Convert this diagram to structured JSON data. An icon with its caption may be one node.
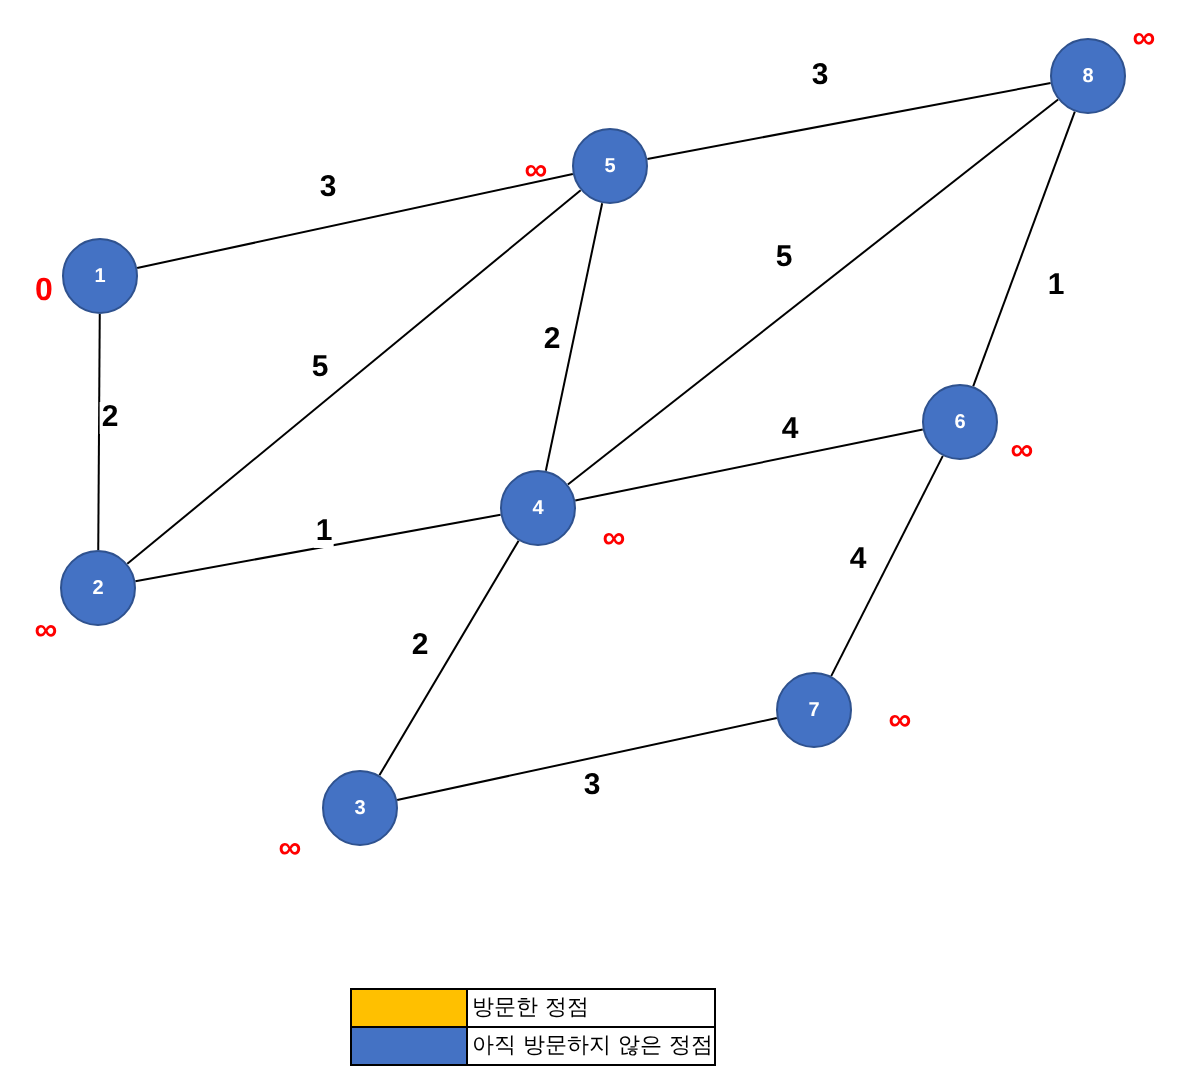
{
  "diagram": {
    "nodes": [
      {
        "text": [
          "1"
        ],
        "beside": [
          "0"
        ]
      },
      {
        "text": [
          "2"
        ],
        "beside": [
          "∞"
        ]
      },
      {
        "text": [
          "3"
        ],
        "beside": [
          "∞"
        ]
      },
      {
        "text": [
          "4"
        ],
        "beside": [
          "∞"
        ]
      },
      {
        "text": [
          "5"
        ],
        "beside": [
          "∞"
        ]
      },
      {
        "text": [
          "6"
        ],
        "beside": [
          "∞"
        ]
      },
      {
        "text": [
          "7"
        ],
        "beside": [
          "∞"
        ]
      },
      {
        "text": [
          "8"
        ],
        "beside": [
          "∞"
        ]
      }
    ],
    "edges": [
      {
        "from": 0,
        "to": 4,
        "arrow": "none",
        "label": "3"
      },
      {
        "from": 0,
        "to": 1,
        "arrow": "none",
        "label": "2"
      },
      {
        "from": 1,
        "to": 4,
        "arrow": "none",
        "label": "5"
      },
      {
        "from": 1,
        "to": 3,
        "arrow": "none",
        "label": "1"
      },
      {
        "from": 4,
        "to": 3,
        "arrow": "none",
        "label": "2"
      },
      {
        "from": 4,
        "to": 7,
        "arrow": "none",
        "label": "3"
      },
      {
        "from": 3,
        "to": 7,
        "arrow": "none",
        "label": "5"
      },
      {
        "from": 3,
        "to": 5,
        "arrow": "none",
        "label": "4"
      },
      {
        "from": 7,
        "to": 5,
        "arrow": "none",
        "label": "1"
      },
      {
        "from": 3,
        "to": 2,
        "arrow": "none",
        "label": "2"
      },
      {
        "from": 5,
        "to": 6,
        "arrow": "none",
        "label": "4"
      },
      {
        "from": 2,
        "to": 6,
        "arrow": "none",
        "label": "3"
      }
    ],
    "legend": [
      {
        "text": "방문한 정점",
        "color": "#ffc000"
      },
      {
        "text": "아직 방문하지 않은 정점",
        "color": "#4472c4"
      }
    ]
  }
}
